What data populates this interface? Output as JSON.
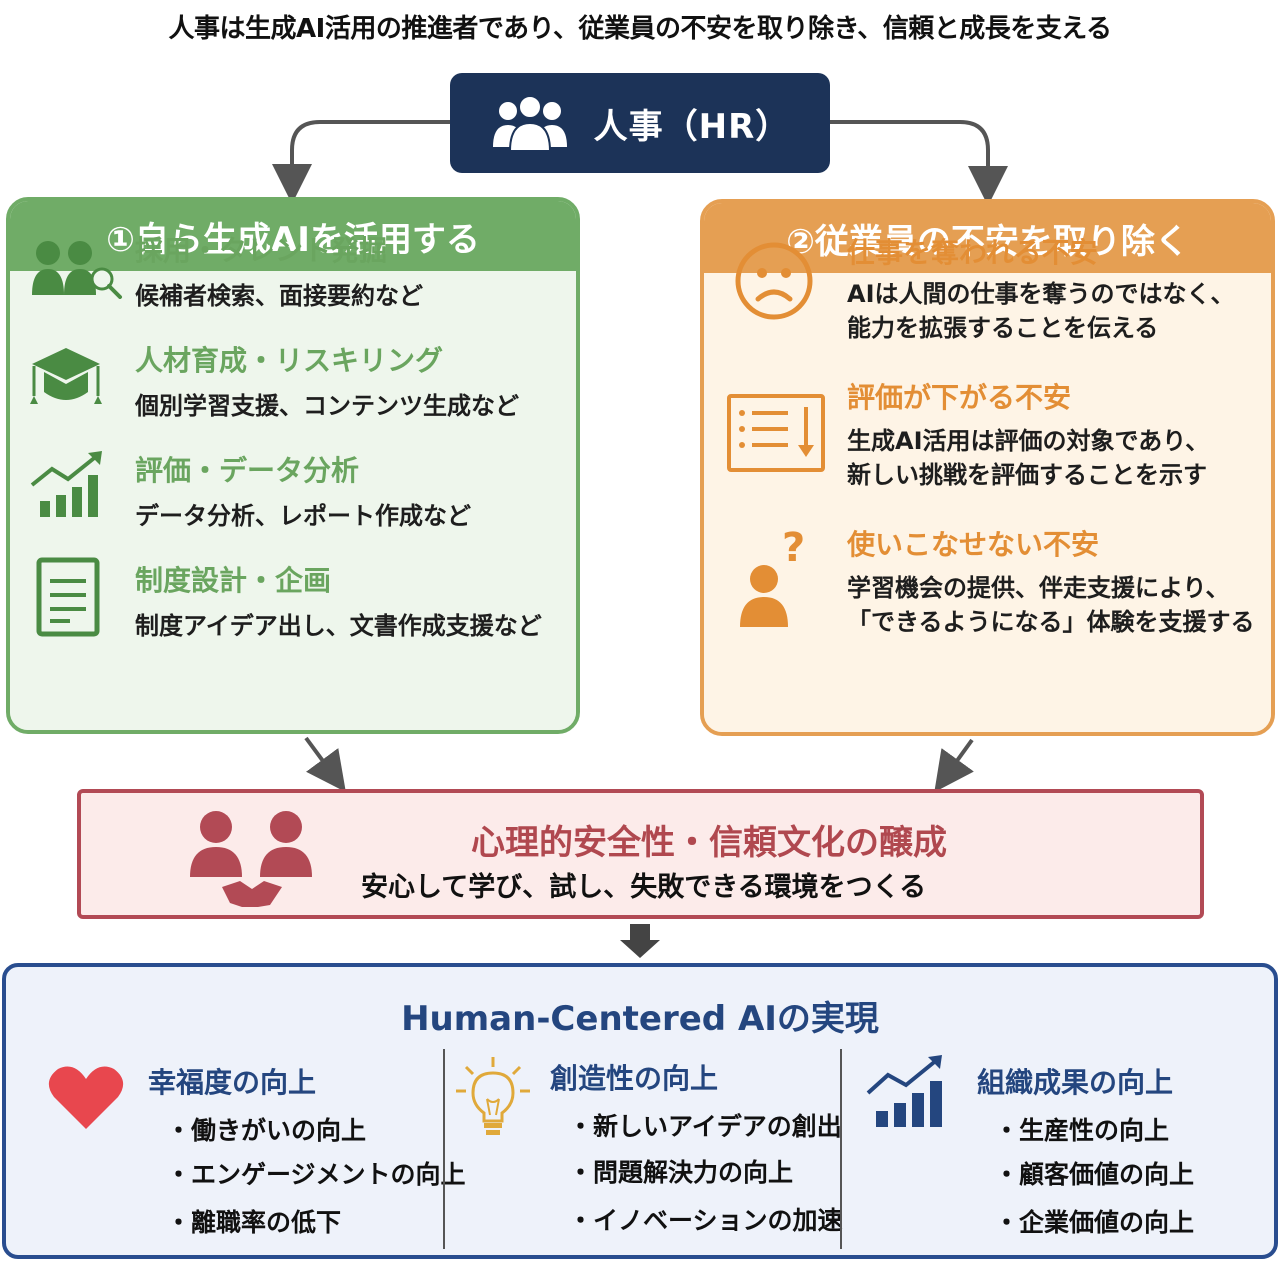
{
  "headline": "人事は生成AI活用の推進者であり、従業員の不安を取り除き、信頼と成長を支える",
  "hr": {
    "label": "人事（HR）",
    "icon": "people-group-icon"
  },
  "left_panel": {
    "title": "①自ら生成AIを活用する",
    "color": "#70ac67",
    "items": [
      {
        "icon": "people-search-icon",
        "title": "採用・タレント発掘",
        "text": "候補者検索、面接要約など"
      },
      {
        "icon": "graduation-cap-icon",
        "title": "人材育成・リスキリング",
        "text": "個別学習支援、コンテンツ生成など"
      },
      {
        "icon": "growth-chart-icon",
        "title": "評価・データ分析",
        "text": "データ分析、レポート作成など"
      },
      {
        "icon": "document-icon",
        "title": "制度設計・企画",
        "text": "制度アイデア出し、文書作成支援など"
      }
    ]
  },
  "right_panel": {
    "title": "②従業員の不安を取り除く",
    "color": "#e59f53",
    "items": [
      {
        "icon": "sad-face-icon",
        "title": "仕事を奪われる不安",
        "text1": "AIは人間の仕事を奪うのではなく、",
        "text2": "能力を拡張することを伝える"
      },
      {
        "icon": "evaluation-list-icon",
        "title": "評価が下がる不安",
        "text1": "生成AI活用は評価の対象であり、",
        "text2": "新しい挑戦を評価することを示す"
      },
      {
        "icon": "question-person-icon",
        "title": "使いこなせない不安",
        "text1": "学習機会の提供、伴走支援により、",
        "text2": "「できるようになる」体験を支援する"
      }
    ]
  },
  "safety": {
    "title": "心理的安全性・信頼文化の醸成",
    "subtitle": "安心して学び、試し、失敗できる環境をつくる",
    "icon": "handshake-people-icon",
    "color": "#b24a55"
  },
  "outcome": {
    "title": "Human-Centered AIの実現",
    "color": "#24467f",
    "columns": [
      {
        "icon": "heart-icon",
        "title": "幸福度の向上",
        "items": [
          "・働きがいの向上",
          "・エンゲージメントの向上",
          "・離職率の低下"
        ]
      },
      {
        "icon": "lightbulb-icon",
        "title": "創造性の向上",
        "items": [
          "・新しいアイデアの創出",
          "・問題解決力の向上",
          "・イノベーションの加速"
        ]
      },
      {
        "icon": "growth-chart-icon",
        "title": "組織成果の向上",
        "items": [
          "・生産性の向上",
          "・顧客価値の向上",
          "・企業価値の向上"
        ]
      }
    ]
  }
}
